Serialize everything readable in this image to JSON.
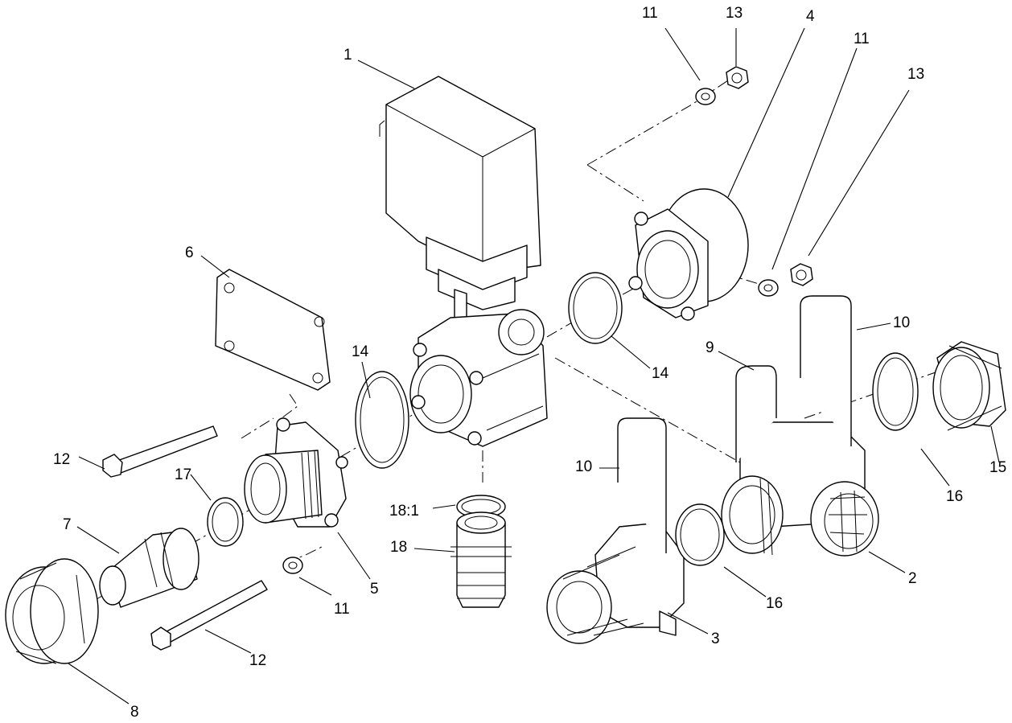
{
  "callouts": {
    "c1": "1",
    "c2": "2",
    "c3": "3",
    "c4": "4",
    "c5": "5",
    "c6": "6",
    "c7": "7",
    "c8": "8",
    "c9": "9",
    "c10a": "10",
    "c10b": "10",
    "c11a": "11",
    "c11b": "11",
    "c11c": "11",
    "c12a": "12",
    "c12b": "12",
    "c13a": "13",
    "c13b": "13",
    "c14a": "14",
    "c14b": "14",
    "c15": "15",
    "c16a": "16",
    "c16b": "16",
    "c17": "17",
    "c18": "18",
    "c18_1": "18:1"
  }
}
